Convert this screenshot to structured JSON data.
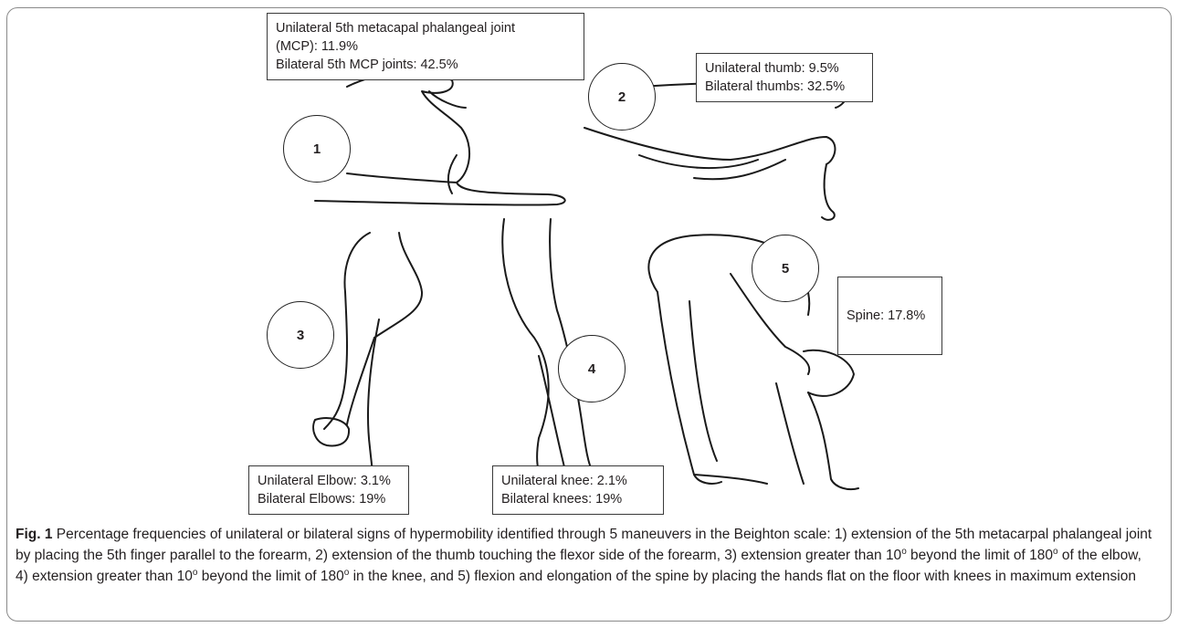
{
  "labels": {
    "mcp": [
      "Unilateral 5th metacapal phalangeal joint",
      "(MCP): 11.9%",
      "Bilateral 5th MCP joints: 42.5%"
    ],
    "thumb": [
      "Unilateral thumb: 9.5%",
      "Bilateral thumbs: 32.5%"
    ],
    "elbow": [
      "Unilateral Elbow: 3.1%",
      "Bilateral Elbows: 19%"
    ],
    "knee": [
      "Unilateral knee: 2.1%",
      "Bilateral knees: 19%"
    ],
    "spine": "Spine: 17.8%"
  },
  "markers": [
    "1",
    "2",
    "3",
    "4",
    "5"
  ],
  "caption": {
    "label": "Fig. 1",
    "p1": " Percentage frequencies of unilateral or bilateral signs of hypermobility identified through 5 maneuvers in the Beighton scale: 1) extension of the 5th metacarpal phalangeal joint by placing the 5th finger parallel to the forearm, 2) extension of the thumb touching the flexor side of the forearm, 3) extension greater than 10",
    "deg": "o",
    "p2": " beyond the limit of 180",
    "p3": " of the elbow, 4) extension greater than 10",
    "p4": " beyond the limit of 180",
    "p5": " in the knee, and 5) flexion and elongation of the spine by placing the hands flat on the floor with knees in maximum extension"
  }
}
